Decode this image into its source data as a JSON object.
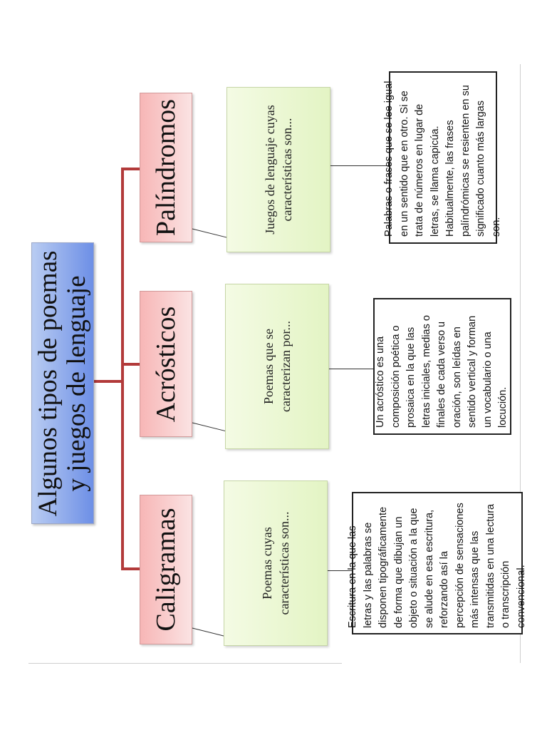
{
  "title": "Algunos tipos de poemas y juegos de lenguaje",
  "types": [
    {
      "name": "Palíndromos",
      "prompt": "Juegos de lenguaje cuyas características son...",
      "definition": "Palabras o frases que se lee igual en un sentido que en otro. Si se trata de números en lugar de letras, se llama capicúa. Habitualmente, las frases palíndrómicas se resienten en su significado cuanto más largas son."
    },
    {
      "name": "Acrósticos",
      "prompt": "Poemas que se caracterizan por...",
      "definition": "Un acróstico es una composición poética o prosaica en la que las letras iniciales, medias o finales de cada verso u oración, son leídas en sentido vertical y forman un vocabulario o una locución."
    },
    {
      "name": "Caligramas",
      "prompt": "Poemas cuyas características son...",
      "definition": "Escritura en la que las letras y las palabras se disponen tipográficamente de forma que dibujan un objeto o situación a la que se alude en esa escritura, reforzando así la percepción de sensaciones más intensas que las transmitidas en una lectura o transcripción convencional."
    }
  ],
  "colors": {
    "connector": "#b23a3a",
    "title_fill": "#8aa8ec",
    "type_fill": "#f7c4c4",
    "prompt_fill": "#e9f6d0",
    "definition_border": "#222222"
  }
}
